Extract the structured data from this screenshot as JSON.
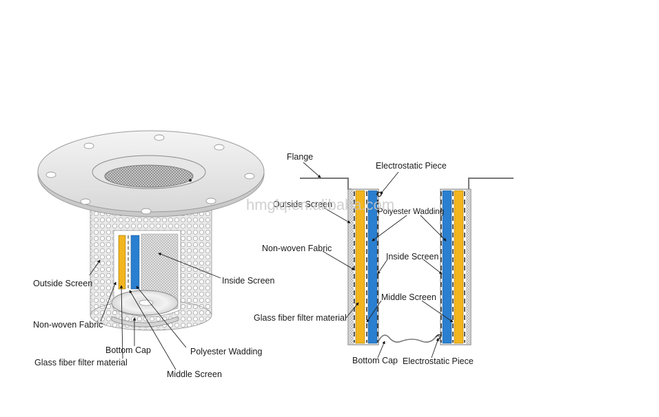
{
  "watermark": "hmglq.en.alibaba.com",
  "colors": {
    "glass_fiber": "#f3b51e",
    "polyester": "#2a7fd0",
    "metal_light": "#eaeaea",
    "metal_dark": "#9a9a9a"
  },
  "left_diagram": {
    "labels": {
      "outside_screen": "Outside Screen",
      "non_woven_fabric": "Non-woven Fabric",
      "glass_fiber": "Glass fiber filter material",
      "bottom_cap": "Bottom Cap",
      "polyester_wadding": "Polyester Wadding",
      "middle_screen": "Middle Screen",
      "inside_screen": "Inside Screen"
    }
  },
  "right_diagram": {
    "labels": {
      "flange": "Flange",
      "electrostatic_piece_top": "Electrostatic Piece",
      "outside_screen": "Outside Screen",
      "polyester_wadding": "Polyester Wadding",
      "non_woven_fabric": "Non-woven Fabric",
      "inside_screen": "Inside Screen",
      "middle_screen": "Middle Screen",
      "glass_fiber": "Glass fiber filter material",
      "bottom_cap": "Bottom Cap",
      "electrostatic_piece_bottom": "Electrostatic Piece"
    }
  }
}
